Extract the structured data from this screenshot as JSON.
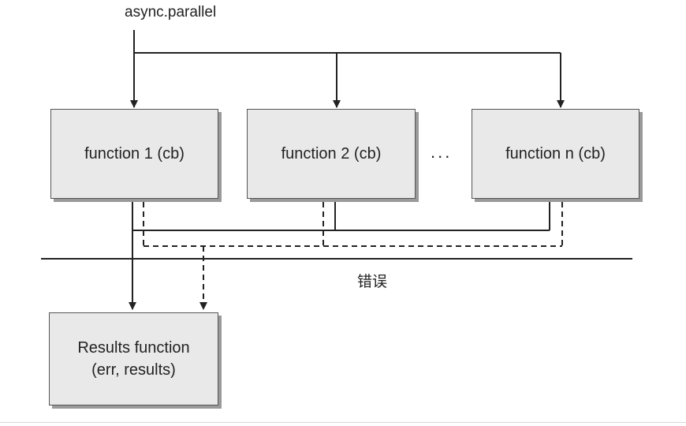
{
  "diagram": {
    "title": "async.parallel",
    "functions": [
      {
        "label": "function 1 (cb)"
      },
      {
        "label": "function 2 (cb)"
      },
      {
        "label": "function n (cb)"
      }
    ],
    "ellipsis": "...",
    "error_label": "错误",
    "results": {
      "line1": "Results function",
      "line2": "(err, results)"
    }
  }
}
